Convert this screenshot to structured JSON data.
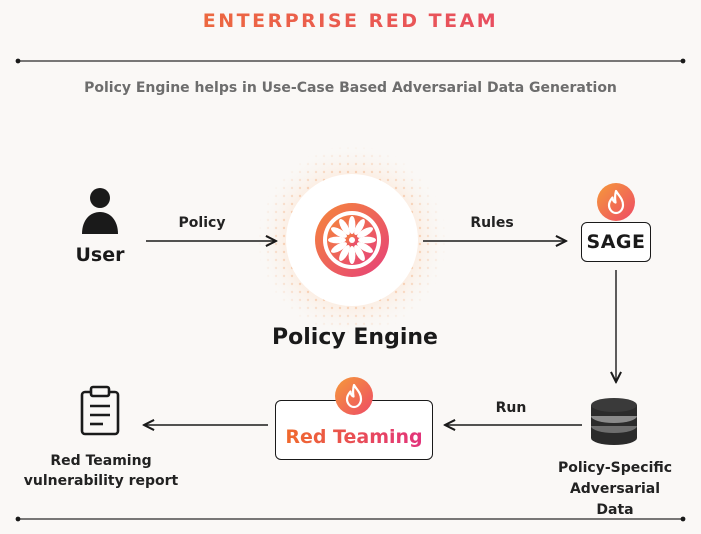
{
  "header": {
    "title": "ENTERPRISE RED TEAM",
    "subtitle": "Policy Engine helps in Use-Case Based Adversarial Data Generation"
  },
  "nodes": {
    "user": "User",
    "policy_engine": "Policy Engine",
    "sage": "SAGE",
    "red_teaming": "Red Teaming",
    "data": [
      "Policy-Specific",
      "Adversarial",
      "Data"
    ],
    "report": [
      "Red Teaming",
      "vulnerability report"
    ]
  },
  "edges": {
    "policy": "Policy",
    "rules": "Rules",
    "run": "Run"
  },
  "colors": {
    "accent_orange": "#f07a2a",
    "accent_pink": "#e43c76",
    "dark": "#1a1a1a"
  }
}
